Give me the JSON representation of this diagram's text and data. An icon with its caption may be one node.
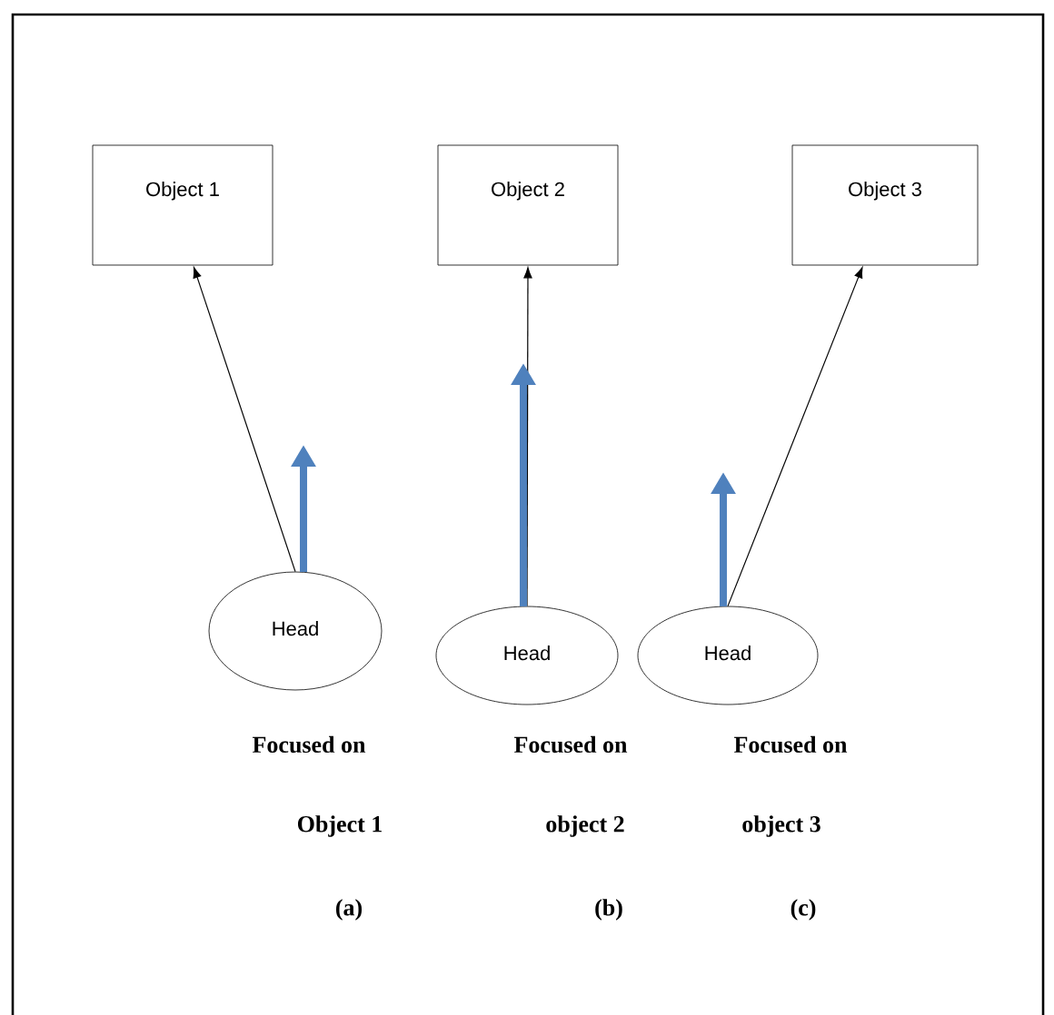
{
  "diagram": {
    "nodes": [
      {
        "text": [
          "Object 1"
        ]
      },
      {
        "text": [
          "Object 2"
        ]
      },
      {
        "text": [
          "Object 3"
        ]
      },
      {
        "text": [
          "Head"
        ]
      },
      {
        "text": [
          "Head"
        ]
      },
      {
        "text": [
          "Head"
        ]
      }
    ],
    "edges": [
      {
        "from": 3,
        "to": 0,
        "arrow": "to"
      },
      {
        "from": 4,
        "to": 1,
        "arrow": "to"
      },
      {
        "from": 5,
        "to": 2,
        "arrow": "to"
      }
    ],
    "labels": [
      "Focused on",
      "Focused on",
      "Focused on",
      "Object 1",
      "object 2",
      "object 3",
      "(a)",
      "(b)",
      "(c)"
    ]
  }
}
